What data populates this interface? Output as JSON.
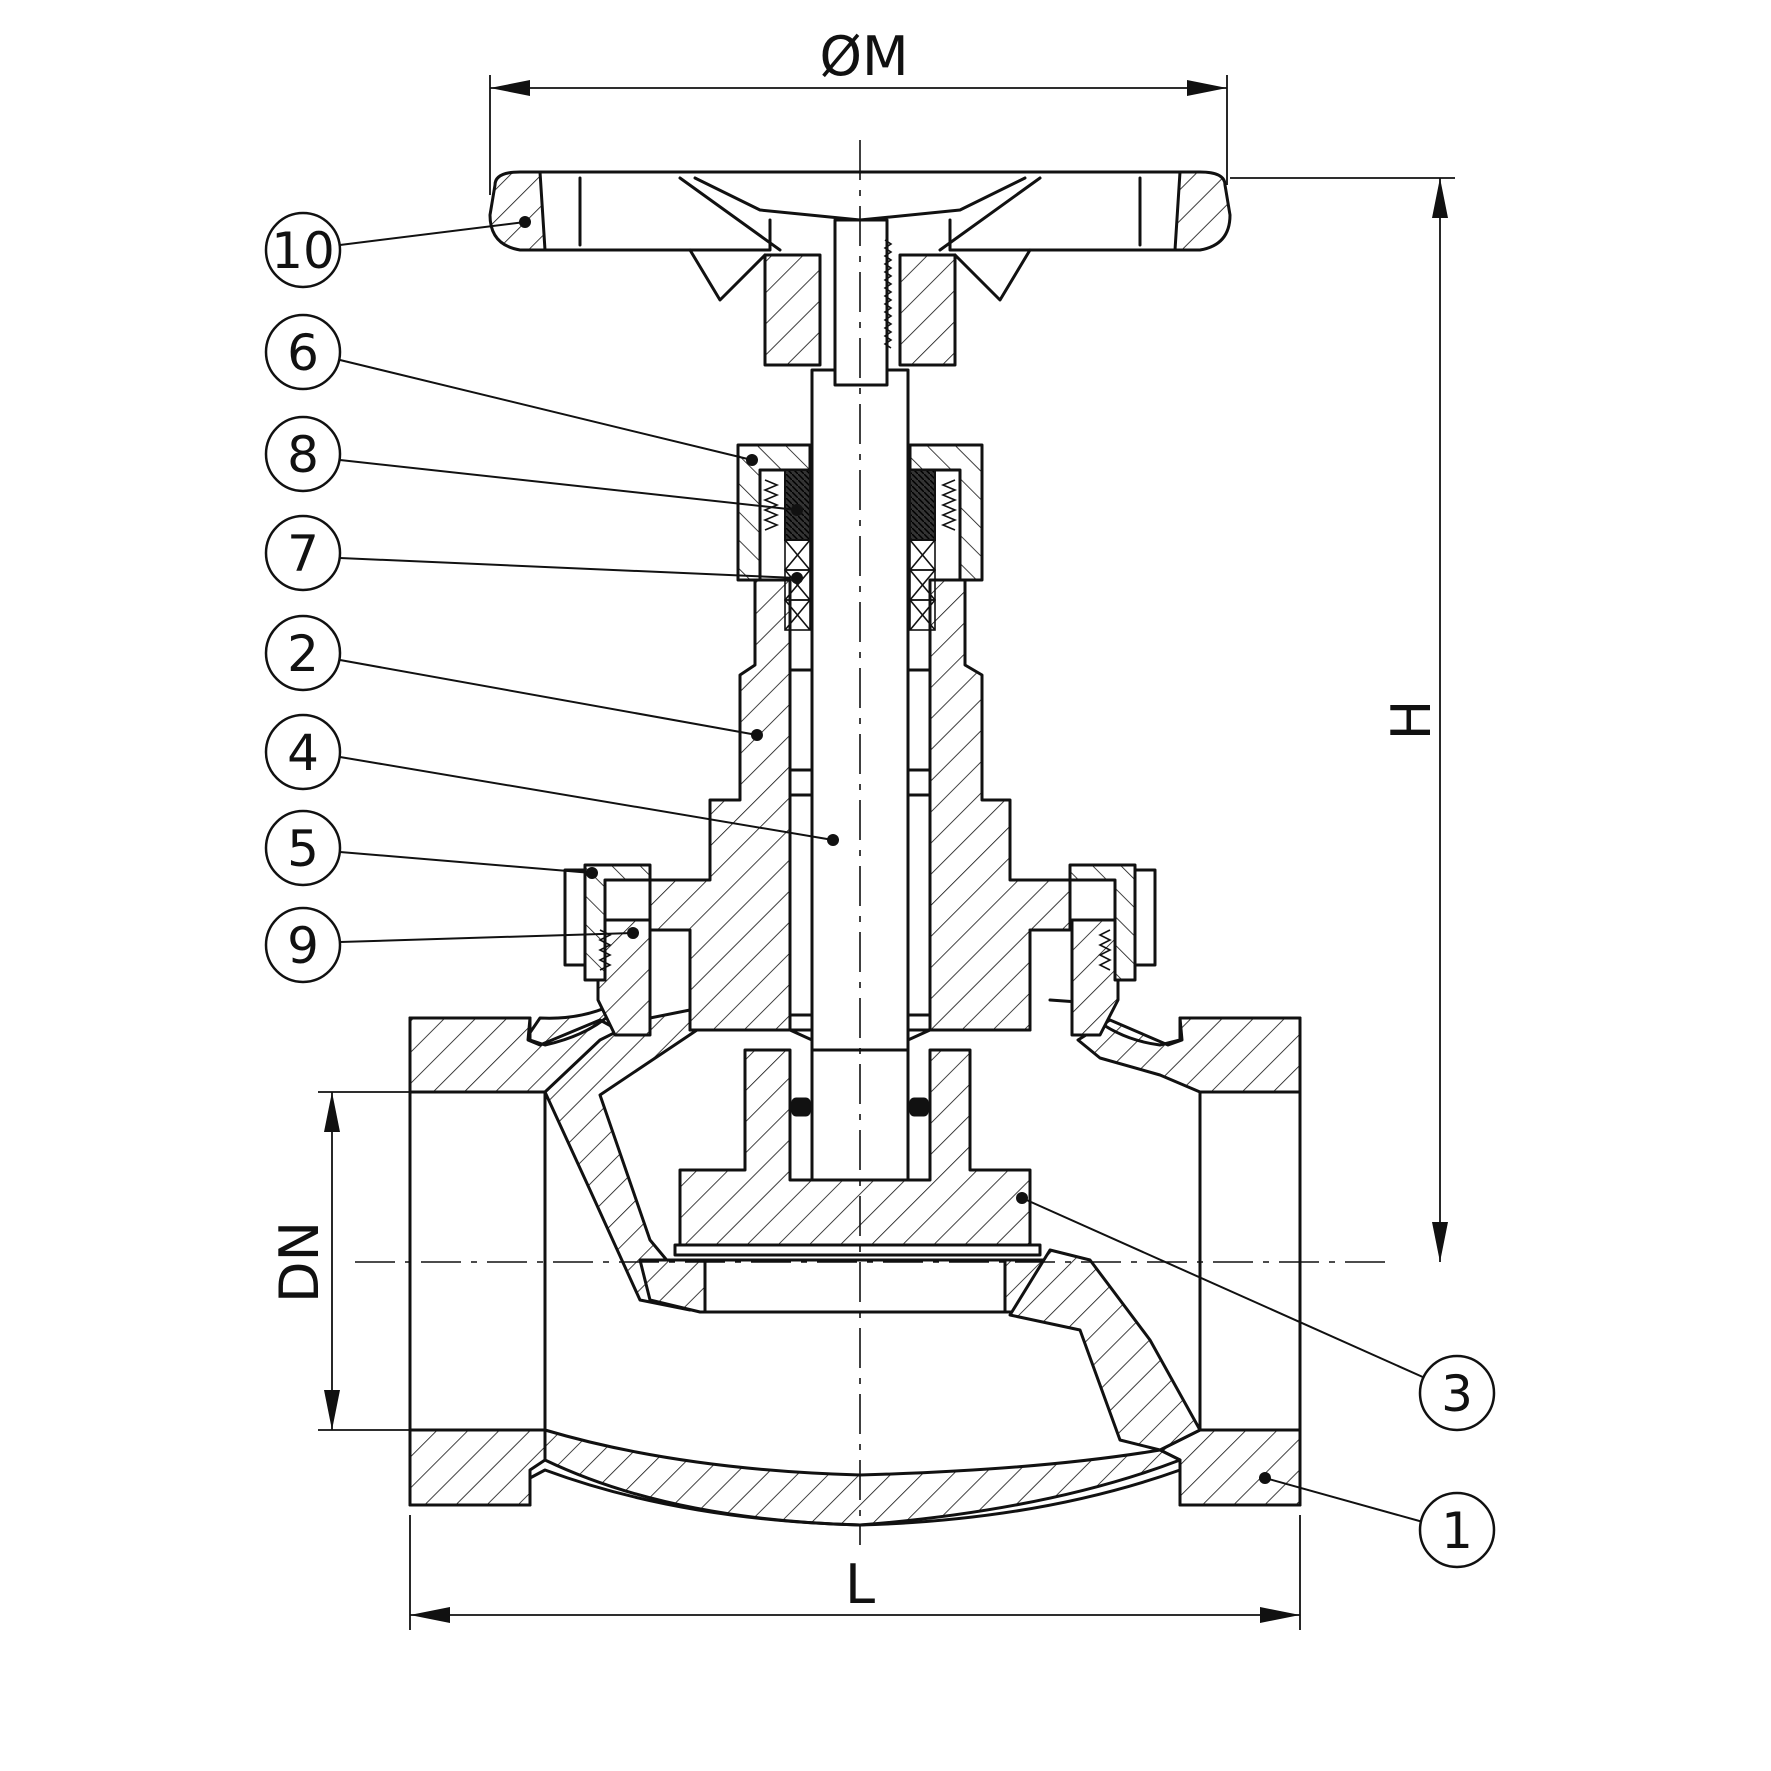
{
  "dimensions": {
    "diameter_label": "ØM",
    "height_label": "H",
    "nominal_label": "DN",
    "length_label": "L"
  },
  "parts": [
    {
      "number": "10"
    },
    {
      "number": "6"
    },
    {
      "number": "8"
    },
    {
      "number": "7"
    },
    {
      "number": "2"
    },
    {
      "number": "4"
    },
    {
      "number": "5"
    },
    {
      "number": "9"
    },
    {
      "number": "3"
    },
    {
      "number": "1"
    }
  ]
}
